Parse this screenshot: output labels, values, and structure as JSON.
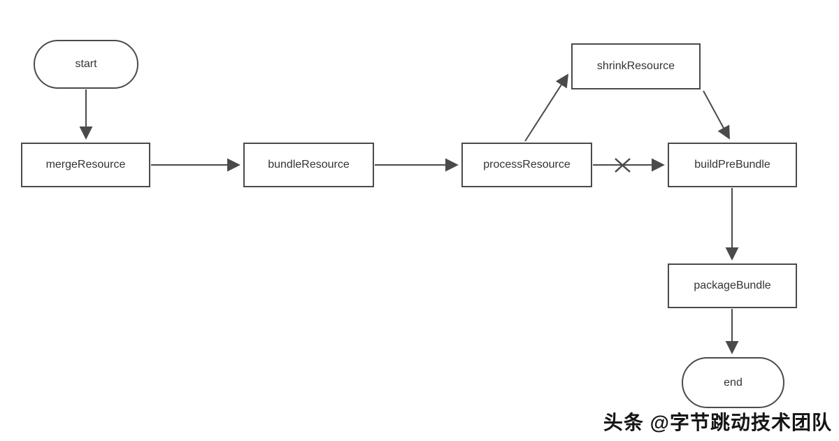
{
  "diagram": {
    "title": "build pipeline flowchart",
    "nodes": {
      "start": {
        "label": "start",
        "shape": "stadium"
      },
      "mergeResource": {
        "label": "mergeResource",
        "shape": "rect"
      },
      "bundleResource": {
        "label": "bundleResource",
        "shape": "rect"
      },
      "processResource": {
        "label": "processResource",
        "shape": "rect"
      },
      "shrinkResource": {
        "label": "shrinkResource",
        "shape": "rect"
      },
      "buildPreBundle": {
        "label": "buildPreBundle",
        "shape": "rect"
      },
      "packageBundle": {
        "label": "packageBundle",
        "shape": "rect"
      },
      "end": {
        "label": "end",
        "shape": "stadium"
      }
    },
    "edges": [
      {
        "from": "start",
        "to": "mergeResource",
        "crossed": false
      },
      {
        "from": "mergeResource",
        "to": "bundleResource",
        "crossed": false
      },
      {
        "from": "bundleResource",
        "to": "processResource",
        "crossed": false
      },
      {
        "from": "processResource",
        "to": "shrinkResource",
        "crossed": false
      },
      {
        "from": "shrinkResource",
        "to": "buildPreBundle",
        "crossed": false
      },
      {
        "from": "processResource",
        "to": "buildPreBundle",
        "crossed": true
      },
      {
        "from": "buildPreBundle",
        "to": "packageBundle",
        "crossed": false
      },
      {
        "from": "packageBundle",
        "to": "end",
        "crossed": false
      }
    ],
    "colors": {
      "stroke": "#4a4a4a",
      "text": "#333333",
      "background": "#ffffff",
      "watermark_text": "#141414"
    },
    "watermark": "头条 @字节跳动技术团队"
  }
}
